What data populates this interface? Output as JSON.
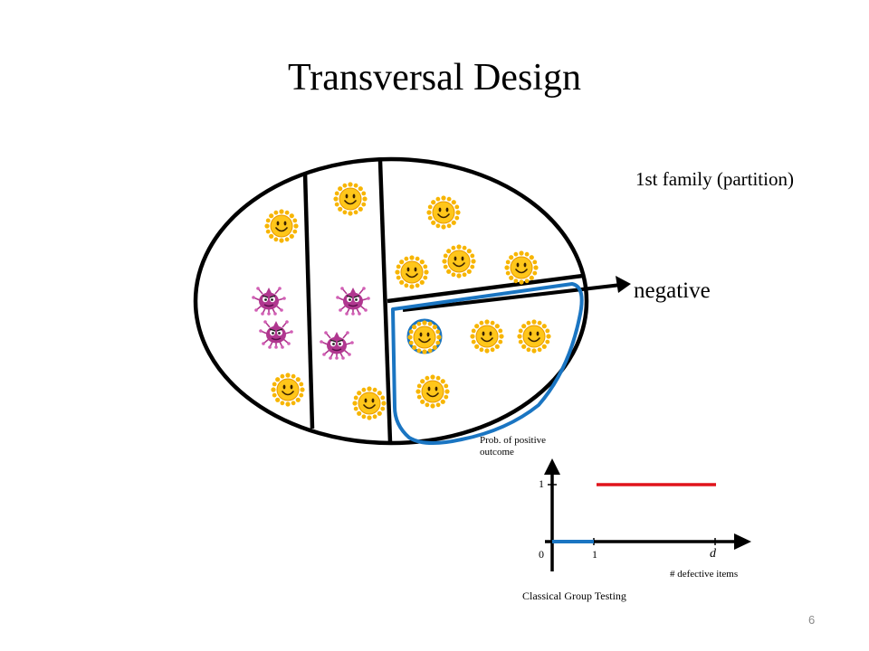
{
  "slide": {
    "title": "Transversal Design",
    "family_label": "1st family (partition)",
    "negative_label": "negative",
    "page_number": "6"
  },
  "inset_plot": {
    "ylabel": "Prob. of positive outcome",
    "xlabel": "# defective items",
    "caption": "Classical Group Testing",
    "y_tick_labels": [
      "1"
    ],
    "x_tick_labels": [
      "0",
      "1",
      "d"
    ]
  },
  "colors": {
    "outline": "#000000",
    "highlight": "#1a75c2",
    "step_high": "#e0141c",
    "step_low": "#1a75c2",
    "smiley_face": "#f7b500",
    "virus_body": "#b0378f"
  }
}
